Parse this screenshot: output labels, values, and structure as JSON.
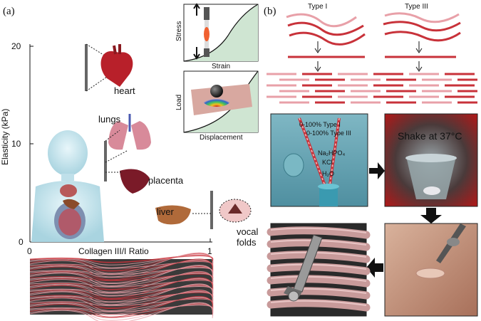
{
  "panels": {
    "a": {
      "label": "(a)"
    },
    "b": {
      "label": "(b)"
    }
  },
  "plot": {
    "ylabel": "Elasticity (kPa)",
    "xlabel": "Collagen III/I Ratio",
    "yticks": [
      "0",
      "10",
      "20"
    ],
    "xticks": [
      "0",
      "1"
    ]
  },
  "organs": {
    "heart": "heart",
    "lungs": "lungs",
    "placenta": "placenta",
    "liver": "liver",
    "vocal_line1": "vocal",
    "vocal_line2": "folds"
  },
  "insets": {
    "stress_strain": {
      "ylabel": "Stress",
      "xlabel": "Strain"
    },
    "load_disp": {
      "ylabel": "Load",
      "xlabel": "Displacement"
    }
  },
  "fibrils": {
    "type1": "Type I",
    "type3": "Type III"
  },
  "protocol": {
    "line1": "0-100% Type I",
    "line2": "0-100% Type III",
    "reagent1": "Na₂HPO₄",
    "reagent2": "KCl",
    "reagent3": "H₂O",
    "shake": "Shake at 37°C"
  },
  "colors": {
    "collagen_red": "#c8323a",
    "collagen_pink": "#e8a0a8",
    "blue_panel": "#6fa8b8",
    "dark_panel": "#1a1a1a",
    "tan_panel": "#c89880",
    "inset_green": "#cfe5d2"
  }
}
